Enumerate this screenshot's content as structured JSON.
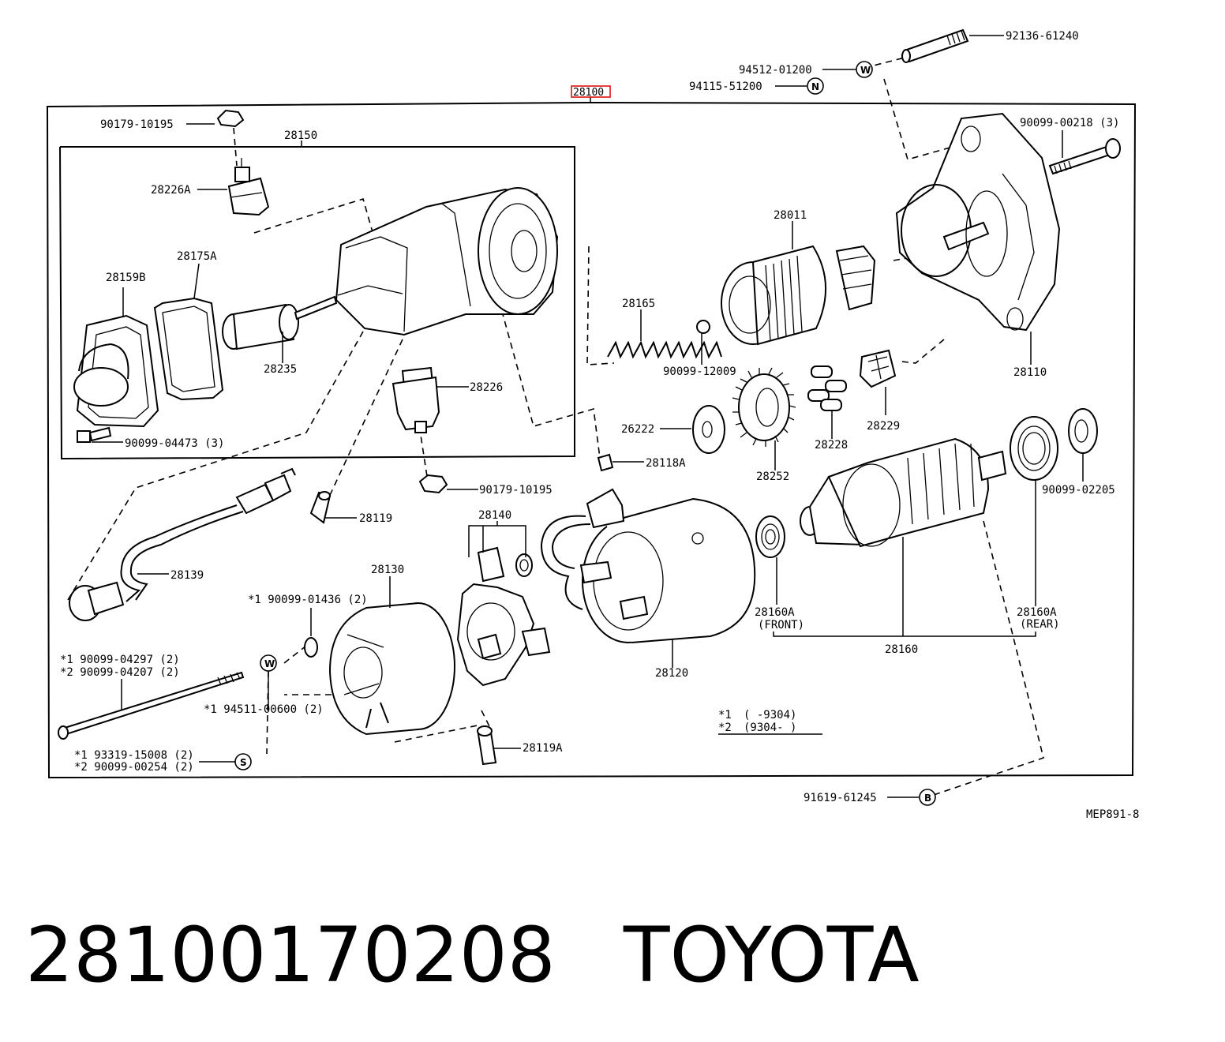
{
  "diagram": {
    "assembly_number": "28100",
    "figure_code": "MEP891-8",
    "parts": {
      "screw_92136": "92136-61240",
      "washer_94512": "94512-01200",
      "nut_94115": "94115-51200",
      "nut_90179_top": "90179-10195",
      "switch_assy_28150": "28150",
      "terminal_28226A": "28226A",
      "gasket_28175A": "28175A",
      "cover_28159B": "28159B",
      "plunger_28235": "28235",
      "bolt_90099_04473": "90099-04473 (3)",
      "terminal_28226": "28226",
      "nut_90179_bottom": "90179-10195",
      "bolt_90099_00218": "90099-00218 (3)",
      "clutch_28011": "28011",
      "spring_28165": "28165",
      "ball_90099_12009": "90099-12009",
      "housing_28110": "28110",
      "retainer_28229": "28229",
      "roller_28228": "28228",
      "gear_28252": "28252",
      "washer_26222": "26222",
      "cap_28118A": "28118A",
      "washer_90099_02205": "90099-02205",
      "boot_28119": "28119",
      "lead_28139": "28139",
      "holder_28140": "28140",
      "end_frame_28130": "28130",
      "oring_90099_01436": "*1  90099-01436 (2)",
      "yoke_28120": "28120",
      "bearing_front_28160A": "28160A",
      "front_note": "(FRONT)",
      "bearing_rear_28160A": "28160A",
      "rear_note": "(REAR)",
      "armature_28160": "28160",
      "bolt_1": "*1  90099-04297 (2)",
      "bolt_2": "*2  90099-04207 (2)",
      "washer_94511": "*1  94511-00600 (2)",
      "screw_1": "*1  93319-15008 (2)",
      "screw_2": "*2  90099-00254 (2)",
      "boot_28119A": "28119A",
      "bolt_91619": "91619-61245"
    },
    "legend": {
      "row1_mark": "*1",
      "row1_range": "(      -9304)",
      "row2_mark": "*2",
      "row2_range": "(9304-      )"
    },
    "symbols": {
      "washer": "W",
      "nut": "N",
      "screw": "S",
      "bolt": "B"
    }
  },
  "caption": {
    "part_number": "28100170208",
    "brand": "TOYOTA"
  }
}
